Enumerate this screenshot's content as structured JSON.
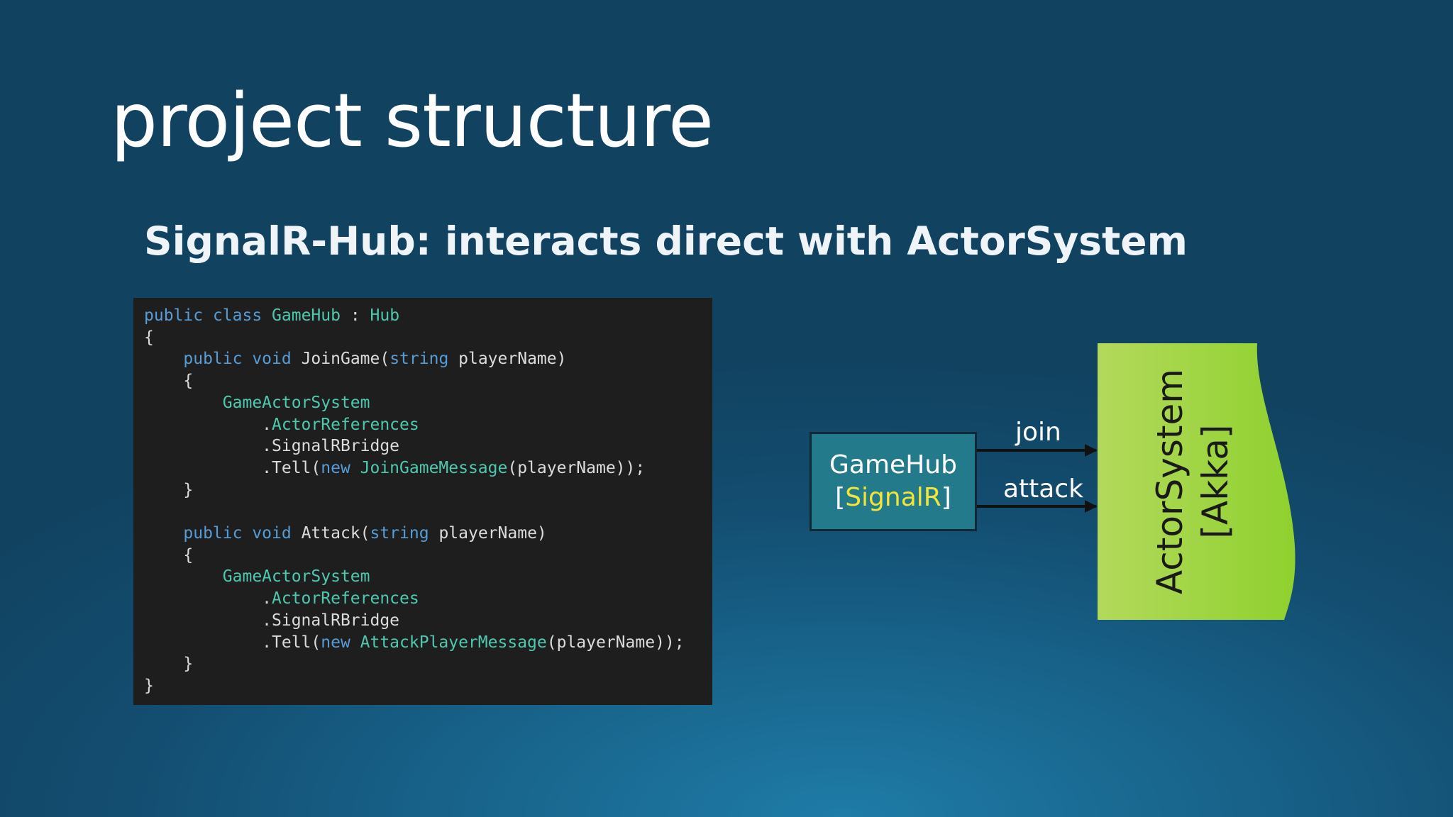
{
  "slide": {
    "title": "project structure",
    "subtitle": "SignalR-Hub: interacts direct with ActorSystem"
  },
  "code": {
    "lines": [
      [
        {
          "t": "public ",
          "c": "kw"
        },
        {
          "t": "class ",
          "c": "kw"
        },
        {
          "t": "GameHub",
          "c": "ty"
        },
        {
          "t": " : ",
          "c": "pl"
        },
        {
          "t": "Hub",
          "c": "ty"
        }
      ],
      [
        {
          "t": "{",
          "c": "pl"
        }
      ],
      [
        {
          "t": "    ",
          "c": "pl"
        },
        {
          "t": "public ",
          "c": "kw"
        },
        {
          "t": "void ",
          "c": "kw"
        },
        {
          "t": "JoinGame(",
          "c": "pl"
        },
        {
          "t": "string",
          "c": "kw"
        },
        {
          "t": " playerName)",
          "c": "pl"
        }
      ],
      [
        {
          "t": "    {",
          "c": "pl"
        }
      ],
      [
        {
          "t": "        ",
          "c": "pl"
        },
        {
          "t": "GameActorSystem",
          "c": "ty"
        }
      ],
      [
        {
          "t": "            .",
          "c": "pl"
        },
        {
          "t": "ActorReferences",
          "c": "ty"
        }
      ],
      [
        {
          "t": "            .SignalRBridge",
          "c": "pl"
        }
      ],
      [
        {
          "t": "            .Tell(",
          "c": "pl"
        },
        {
          "t": "new ",
          "c": "kw"
        },
        {
          "t": "JoinGameMessage",
          "c": "ty"
        },
        {
          "t": "(playerName));",
          "c": "pl"
        }
      ],
      [
        {
          "t": "    }",
          "c": "pl"
        }
      ],
      [
        {
          "t": "",
          "c": "pl"
        }
      ],
      [
        {
          "t": "    ",
          "c": "pl"
        },
        {
          "t": "public ",
          "c": "kw"
        },
        {
          "t": "void ",
          "c": "kw"
        },
        {
          "t": "Attack(",
          "c": "pl"
        },
        {
          "t": "string",
          "c": "kw"
        },
        {
          "t": " playerName)",
          "c": "pl"
        }
      ],
      [
        {
          "t": "    {",
          "c": "pl"
        }
      ],
      [
        {
          "t": "        ",
          "c": "pl"
        },
        {
          "t": "GameActorSystem",
          "c": "ty"
        }
      ],
      [
        {
          "t": "            .",
          "c": "pl"
        },
        {
          "t": "ActorReferences",
          "c": "ty"
        }
      ],
      [
        {
          "t": "            .SignalRBridge",
          "c": "pl"
        }
      ],
      [
        {
          "t": "            .Tell(",
          "c": "pl"
        },
        {
          "t": "new ",
          "c": "kw"
        },
        {
          "t": "AttackPlayerMessage",
          "c": "ty"
        },
        {
          "t": "(playerName));",
          "c": "pl"
        }
      ],
      [
        {
          "t": "    }",
          "c": "pl"
        }
      ],
      [
        {
          "t": "}",
          "c": "pl"
        }
      ]
    ]
  },
  "diagram": {
    "hub": {
      "name": "GameHub",
      "tech_open": "[",
      "tech": "SignalR",
      "tech_close": "]"
    },
    "edges": {
      "join": "join",
      "attack": "attack"
    },
    "actor_system": {
      "name": "ActorSystem",
      "tech": "[Akka]"
    },
    "colors": {
      "hub_fill": "#237a8a",
      "hub_accent": "#f2e536",
      "actor_fill": "#9fd640",
      "arrow": "#111111"
    }
  }
}
